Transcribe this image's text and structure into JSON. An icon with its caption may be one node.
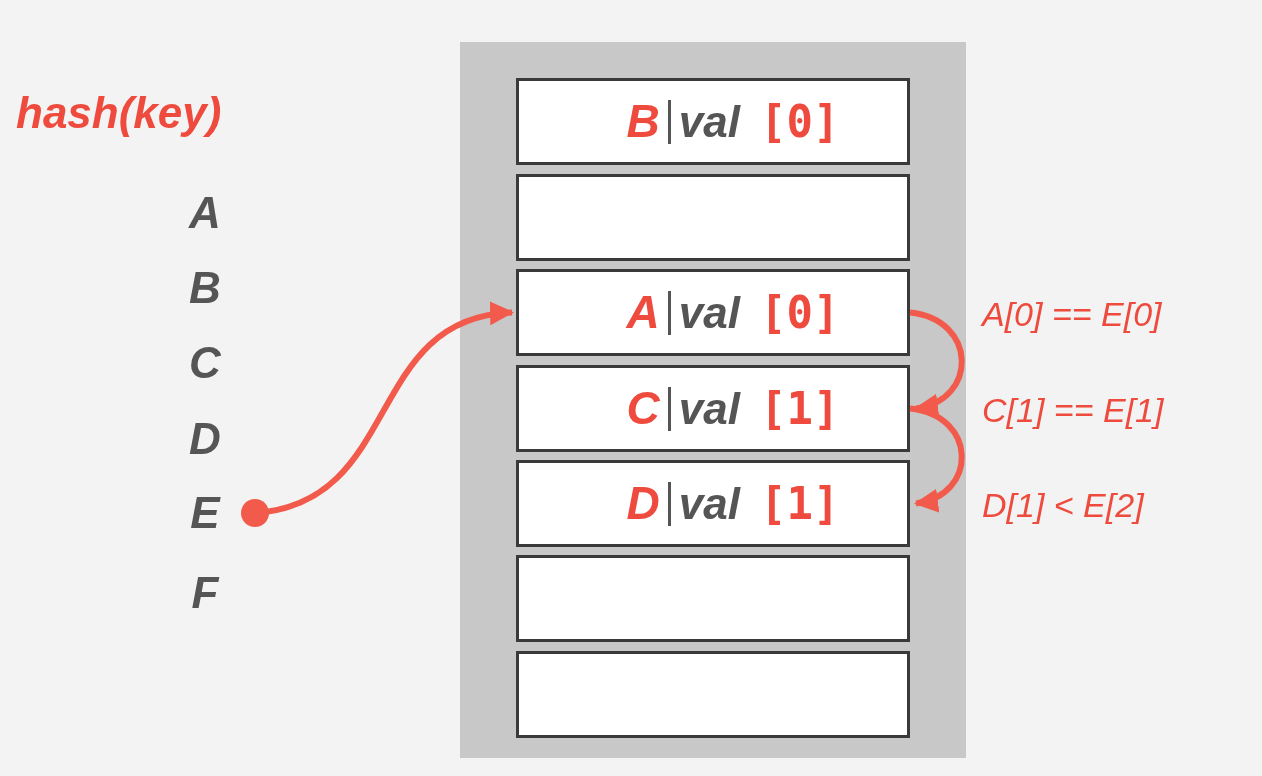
{
  "diagram": {
    "nodes": [
      {
        "text": [],
        "shape": "box"
      },
      {
        "text": [
          "B",
          "val",
          "[0]"
        ],
        "in": 0
      },
      {
        "text": [],
        "shape": "box",
        "in": 0
      },
      {
        "text": [
          "A",
          "val",
          "[0]"
        ],
        "in": 0,
        "beside": [
          "A[0] == E[0]"
        ]
      },
      {
        "text": [
          "C",
          "val",
          "[1]"
        ],
        "in": 0,
        "beside": [
          "C[1] == E[1]"
        ]
      },
      {
        "text": [
          "D",
          "val",
          "[1]"
        ],
        "in": 0,
        "beside": [
          "D[1] < E[2]"
        ]
      },
      {
        "text": [],
        "shape": "box",
        "in": 0
      },
      {
        "text": [],
        "shape": "box",
        "in": 0
      },
      {
        "text": [
          "E"
        ]
      }
    ],
    "edges": [
      {
        "from": 8,
        "to": 3,
        "arrow": "to"
      },
      {
        "from": 3,
        "to": 4,
        "arrow": "to"
      },
      {
        "from": 4,
        "to": 5,
        "arrow": "to"
      }
    ],
    "labels": [
      "hash(key)",
      "A",
      "B",
      "C",
      "D",
      "F"
    ]
  }
}
